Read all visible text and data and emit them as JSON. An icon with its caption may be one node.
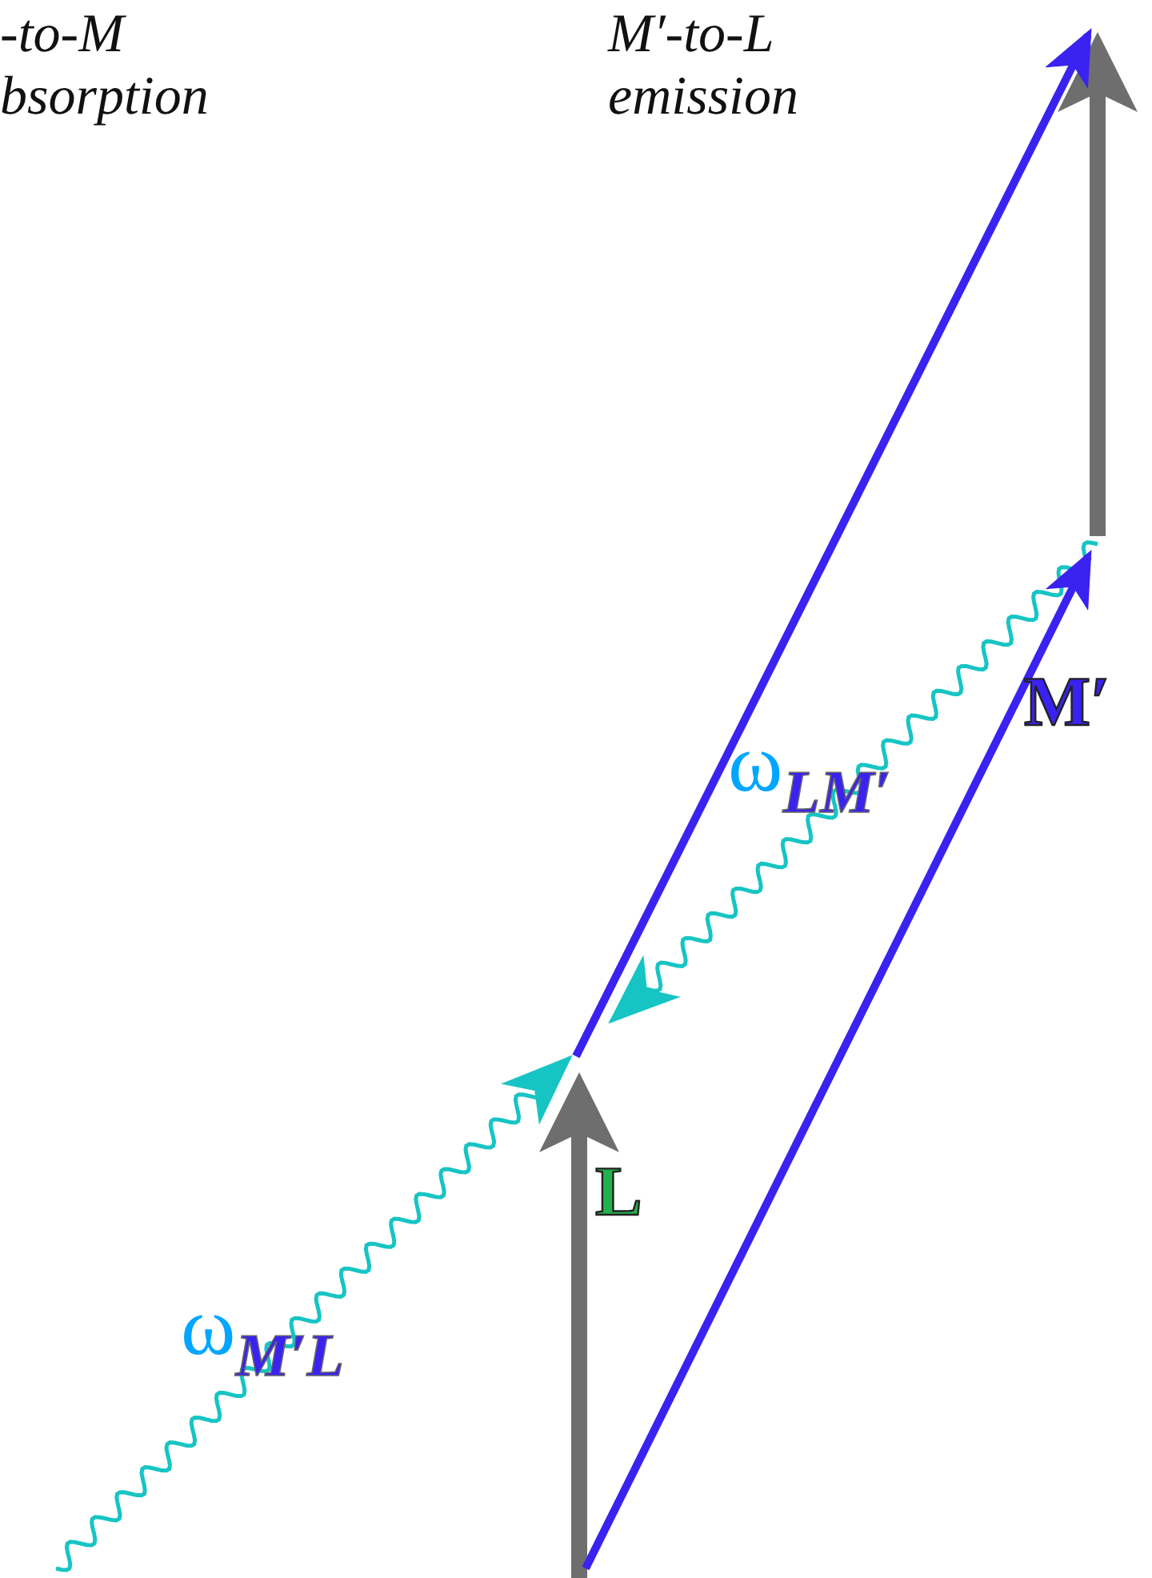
{
  "diagram": {
    "labels": [
      "-to-M bsorption",
      "M′-to-L emission",
      "ω$_{LM′}$",
      "M′",
      "L",
      "ω$_{M′L}$"
    ]
  }
}
